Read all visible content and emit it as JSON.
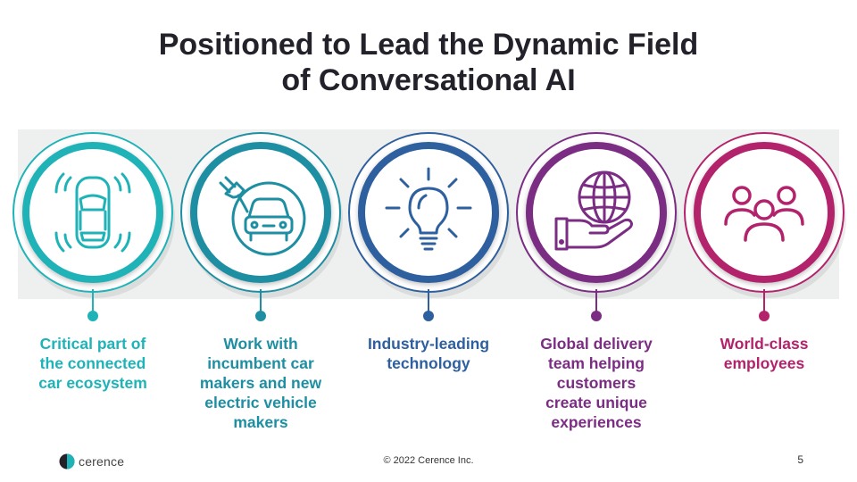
{
  "slide": {
    "title_line1": "Positioned to Lead the Dynamic Field",
    "title_line2": "of Conversational AI"
  },
  "features": [
    {
      "color": "#1fb3b8",
      "icon": "connected-car-sensors-icon",
      "lines": [
        "Critical part of",
        "the connected",
        "car ecosystem"
      ]
    },
    {
      "color": "#1e8fa3",
      "icon": "electric-vehicle-plug-icon",
      "lines": [
        "Work with",
        "incumbent car",
        "makers and new",
        "electric vehicle",
        "makers"
      ]
    },
    {
      "color": "#2e5f9e",
      "icon": "lightbulb-icon",
      "lines": [
        "Industry-leading",
        "technology"
      ]
    },
    {
      "color": "#7b2c83",
      "icon": "hand-holding-globe-icon",
      "lines": [
        "Global delivery",
        "team helping",
        "customers",
        "create unique",
        "experiences"
      ]
    },
    {
      "color": "#b3236c",
      "icon": "people-group-icon",
      "lines": [
        "World-class",
        "employees"
      ]
    }
  ],
  "footer": {
    "brand": "cerence",
    "copyright": "© 2022 Cerence Inc.",
    "page_number": "5"
  }
}
